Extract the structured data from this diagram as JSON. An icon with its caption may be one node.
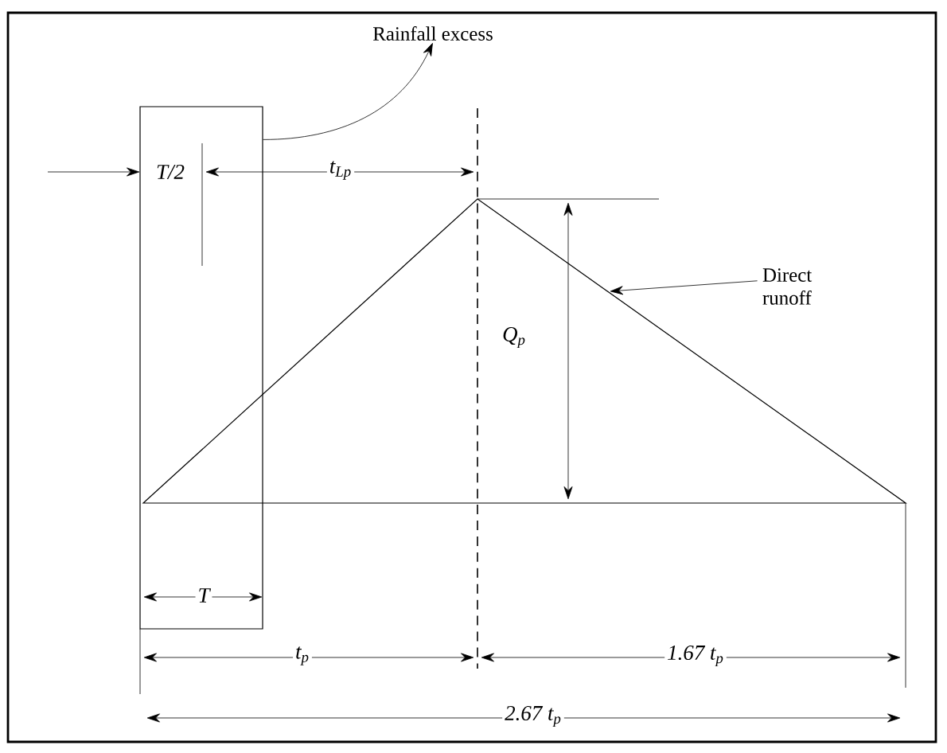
{
  "diagram": {
    "nodes": [
      {
        "text": [
          "Rainfall excess"
        ]
      },
      {
        "text": [],
        "shape": "box"
      },
      {
        "text": [
          "Direct runoff"
        ]
      }
    ],
    "edges": [
      {
        "from": 1,
        "to": 0,
        "arrow": "to"
      },
      {
        "from": 2,
        "to": null,
        "arrow": "to"
      }
    ],
    "labels": [
      "T/2",
      "t$_{Lp}$",
      "Q$_{p}$",
      "T",
      "t$_{p}$",
      "1.67 t$_{p}$",
      "2.67 t$_{p}$"
    ]
  }
}
